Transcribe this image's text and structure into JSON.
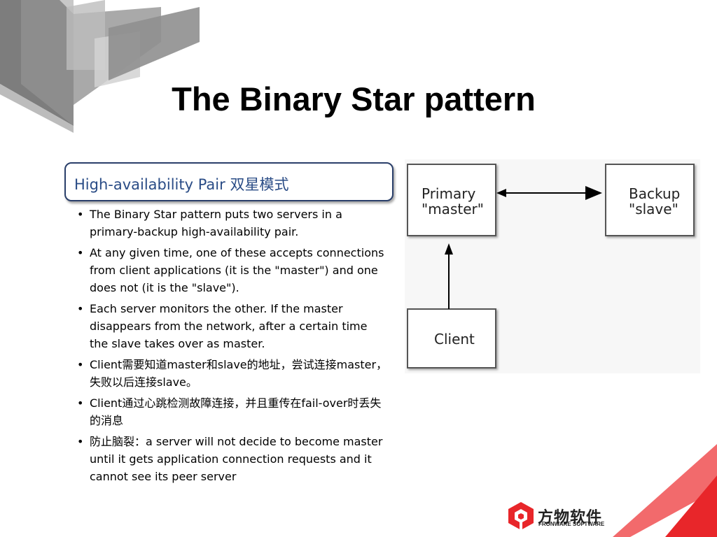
{
  "slide": {
    "title": "The Binary Star pattern"
  },
  "heading": {
    "text": "High-availability Pair 双星模式"
  },
  "bullets": [
    "The Binary Star pattern puts two servers in a primary-backup high-availability pair.",
    "At any given time, one of these accepts connections from client applications (it is the \"master\") and one does not (it is the \"slave\").",
    "Each server monitors the other. If the master disappears from the network, after a certain time the slave takes over as master.",
    "Client需要知道master和slave的地址，尝试连接master，失败以后连接slave。",
    "Client通过心跳检测故障连接，并且重传在fail-over时丢失的消息",
    "防止脑裂：a server will not decide to become master until it gets application connection requests and it cannot see its peer server"
  ],
  "bullet_symbol": "•",
  "diagram": {
    "primary_line1": "Primary",
    "primary_line2": "\"master\"",
    "backup_line1": "Backup",
    "backup_line2": "\"slave\"",
    "client_label": "Client"
  },
  "logo": {
    "name_cn": "方物软件",
    "name_en": "FRONWARE SOFTWARE"
  },
  "colors": {
    "heading_text": "#2a4c86",
    "heading_border": "#2a3f6a",
    "accent_red": "#e8262a",
    "deco_gray": "#8c8c8c"
  }
}
